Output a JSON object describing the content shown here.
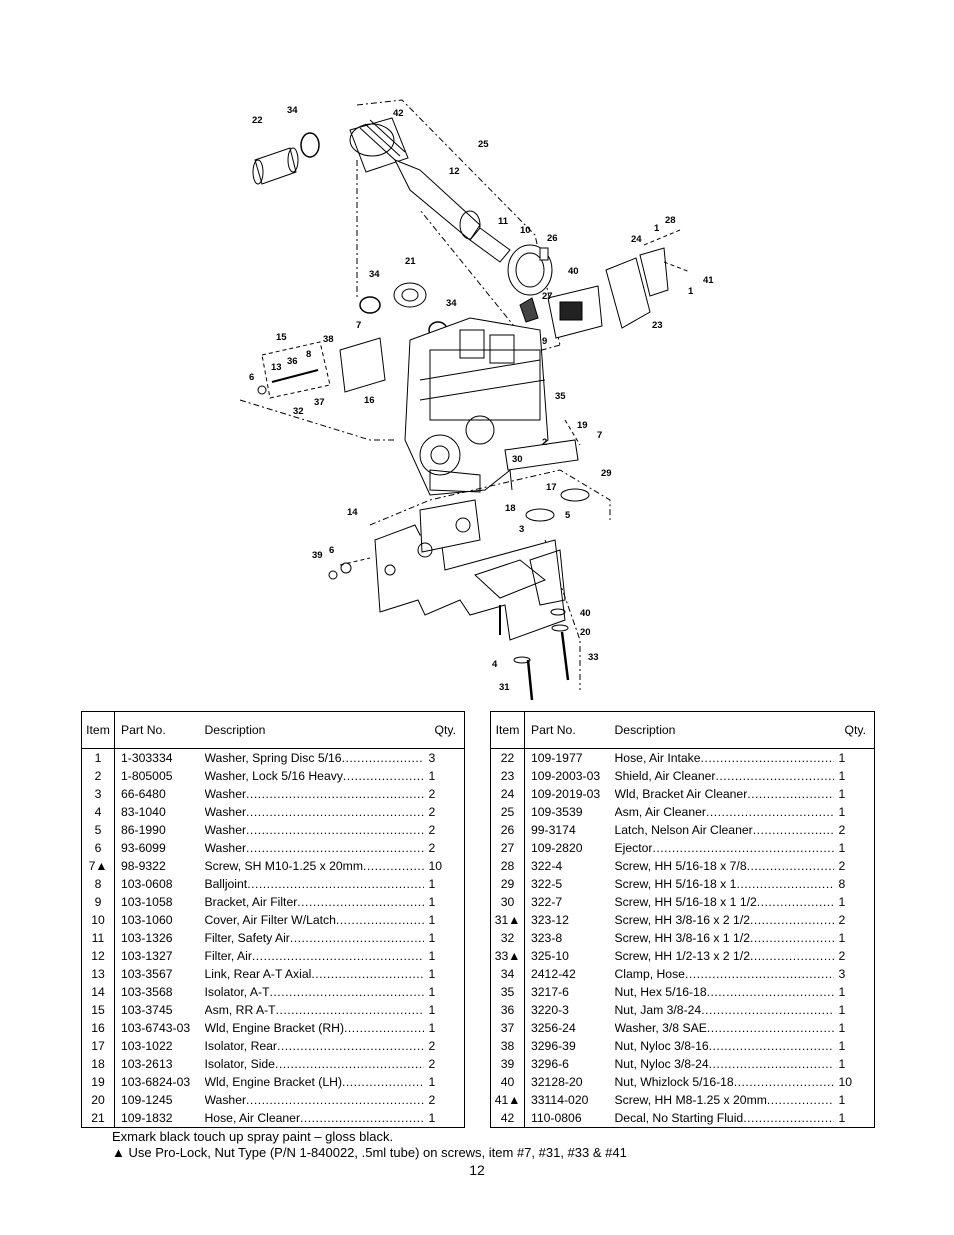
{
  "diagram": {
    "callouts": {
      "c22": "22",
      "c34a": "34",
      "c42": "42",
      "c25": "25",
      "c12": "12",
      "c11": "11",
      "c10": "10",
      "c26": "26",
      "c28": "28",
      "c24": "24",
      "c1a": "1",
      "c1b": "1",
      "c41": "41",
      "c40a": "40",
      "c27": "27",
      "c23": "23",
      "c9": "9",
      "c34b": "34",
      "c21": "21",
      "c34c": "34",
      "c7a": "7",
      "c15": "15",
      "c38": "38",
      "c36": "36",
      "c8": "8",
      "c13": "13",
      "c6a": "6",
      "c16": "16",
      "c32": "32",
      "c37": "37",
      "c35": "35",
      "c19": "19",
      "c7b": "7",
      "c2": "2",
      "c30": "30",
      "c29": "29",
      "c17": "17",
      "c18": "18",
      "c5": "5",
      "c3": "3",
      "c14": "14",
      "c39": "39",
      "c6b": "6",
      "c40b": "40",
      "c20": "20",
      "c33": "33",
      "c4": "4",
      "c31": "31"
    }
  },
  "table_headers": {
    "item": "Item",
    "part": "Part No.",
    "desc": "Description",
    "qty": "Qty."
  },
  "parts_left": [
    {
      "item": "1",
      "part": "1-303334",
      "desc": "Washer, Spring Disc 5/16",
      "qty": "3"
    },
    {
      "item": "2",
      "part": "1-805005",
      "desc": "Washer, Lock 5/16 Heavy",
      "qty": "1"
    },
    {
      "item": "3",
      "part": "66-6480",
      "desc": "Washer",
      "qty": "2"
    },
    {
      "item": "4",
      "part": "83-1040",
      "desc": "Washer",
      "qty": "2"
    },
    {
      "item": "5",
      "part": "86-1990",
      "desc": "Washer",
      "qty": "2"
    },
    {
      "item": "6",
      "part": "93-6099",
      "desc": "Washer",
      "qty": "2"
    },
    {
      "item": "7▲",
      "part": "98-9322",
      "desc": "Screw, SH M10-1.25 x 20mm",
      "qty": "10"
    },
    {
      "item": "8",
      "part": "103-0608",
      "desc": "Balljoint",
      "qty": "1"
    },
    {
      "item": "9",
      "part": "103-1058",
      "desc": "Bracket, Air Filter",
      "qty": "1"
    },
    {
      "item": "10",
      "part": "103-1060",
      "desc": "Cover, Air Filter W/Latch",
      "qty": "1"
    },
    {
      "item": "11",
      "part": "103-1326",
      "desc": "Filter, Safety Air",
      "qty": "1"
    },
    {
      "item": "12",
      "part": "103-1327",
      "desc": "Filter, Air",
      "qty": "1"
    },
    {
      "item": "13",
      "part": "103-3567",
      "desc": "Link, Rear A-T Axial",
      "qty": "1"
    },
    {
      "item": "14",
      "part": "103-3568",
      "desc": "Isolator, A-T",
      "qty": "1"
    },
    {
      "item": "15",
      "part": "103-3745",
      "desc": "Asm, RR A-T",
      "qty": "1"
    },
    {
      "item": "16",
      "part": "103-6743-03",
      "desc": "Wld, Engine Bracket (RH)",
      "qty": "1"
    },
    {
      "item": "17",
      "part": "103-1022",
      "desc": "Isolator, Rear",
      "qty": "2"
    },
    {
      "item": "18",
      "part": "103-2613",
      "desc": "Isolator, Side",
      "qty": "2"
    },
    {
      "item": "19",
      "part": "103-6824-03",
      "desc": "Wld, Engine Bracket (LH)",
      "qty": "1"
    },
    {
      "item": "20",
      "part": "109-1245",
      "desc": "Washer",
      "qty": "2"
    },
    {
      "item": "21",
      "part": "109-1832",
      "desc": "Hose, Air Cleaner",
      "qty": "1"
    }
  ],
  "parts_right": [
    {
      "item": "22",
      "part": "109-1977",
      "desc": "Hose, Air Intake",
      "qty": "1"
    },
    {
      "item": "23",
      "part": "109-2003-03",
      "desc": "Shield, Air Cleaner",
      "qty": "1"
    },
    {
      "item": "24",
      "part": "109-2019-03",
      "desc": "Wld, Bracket Air Cleaner",
      "qty": "1"
    },
    {
      "item": "25",
      "part": "109-3539",
      "desc": "Asm, Air Cleaner",
      "qty": "1"
    },
    {
      "item": "26",
      "part": "99-3174",
      "desc": "Latch, Nelson Air Cleaner",
      "qty": "2"
    },
    {
      "item": "27",
      "part": "109-2820",
      "desc": "Ejector",
      "qty": "1"
    },
    {
      "item": "28",
      "part": "322-4",
      "desc": "Screw, HH 5/16-18 x 7/8",
      "qty": "2"
    },
    {
      "item": "29",
      "part": "322-5",
      "desc": "Screw, HH 5/16-18 x 1",
      "qty": "8"
    },
    {
      "item": "30",
      "part": "322-7",
      "desc": "Screw, HH 5/16-18 x 1 1/2",
      "qty": "1"
    },
    {
      "item": "31▲",
      "part": "323-12",
      "desc": "Screw, HH 3/8-16 x 2 1/2",
      "qty": "2"
    },
    {
      "item": "32",
      "part": "323-8",
      "desc": "Screw, HH 3/8-16 x 1 1/2",
      "qty": "1"
    },
    {
      "item": "33▲",
      "part": "325-10",
      "desc": "Screw, HH 1/2-13 x 2 1/2",
      "qty": "2"
    },
    {
      "item": "34",
      "part": "2412-42",
      "desc": "Clamp, Hose",
      "qty": "3"
    },
    {
      "item": "35",
      "part": "3217-6",
      "desc": "Nut, Hex 5/16-18",
      "qty": "1"
    },
    {
      "item": "36",
      "part": "3220-3",
      "desc": "Nut, Jam 3/8-24",
      "qty": "1"
    },
    {
      "item": "37",
      "part": "3256-24",
      "desc": "Washer, 3/8 SAE",
      "qty": "1"
    },
    {
      "item": "38",
      "part": "3296-39",
      "desc": "Nut, Nyloc 3/8-16",
      "qty": "1"
    },
    {
      "item": "39",
      "part": "3296-6",
      "desc": "Nut, Nyloc 3/8-24",
      "qty": "1"
    },
    {
      "item": "40",
      "part": "32128-20",
      "desc": "Nut, Whizlock 5/16-18",
      "qty": "10"
    },
    {
      "item": "41▲",
      "part": "33114-020",
      "desc": "Screw, HH M8-1.25 x 20mm",
      "qty": "1"
    },
    {
      "item": "42",
      "part": "110-0806",
      "desc": "Decal, No Starting Fluid",
      "qty": "1"
    }
  ],
  "notes": {
    "paint": "Exmark black touch up spray paint – gloss black.",
    "prolock": "▲   Use Pro-Lock, Nut Type (P/N 1-840022, .5ml tube) on screws, item #7, #31, #33 & #41"
  },
  "page_number": "12"
}
